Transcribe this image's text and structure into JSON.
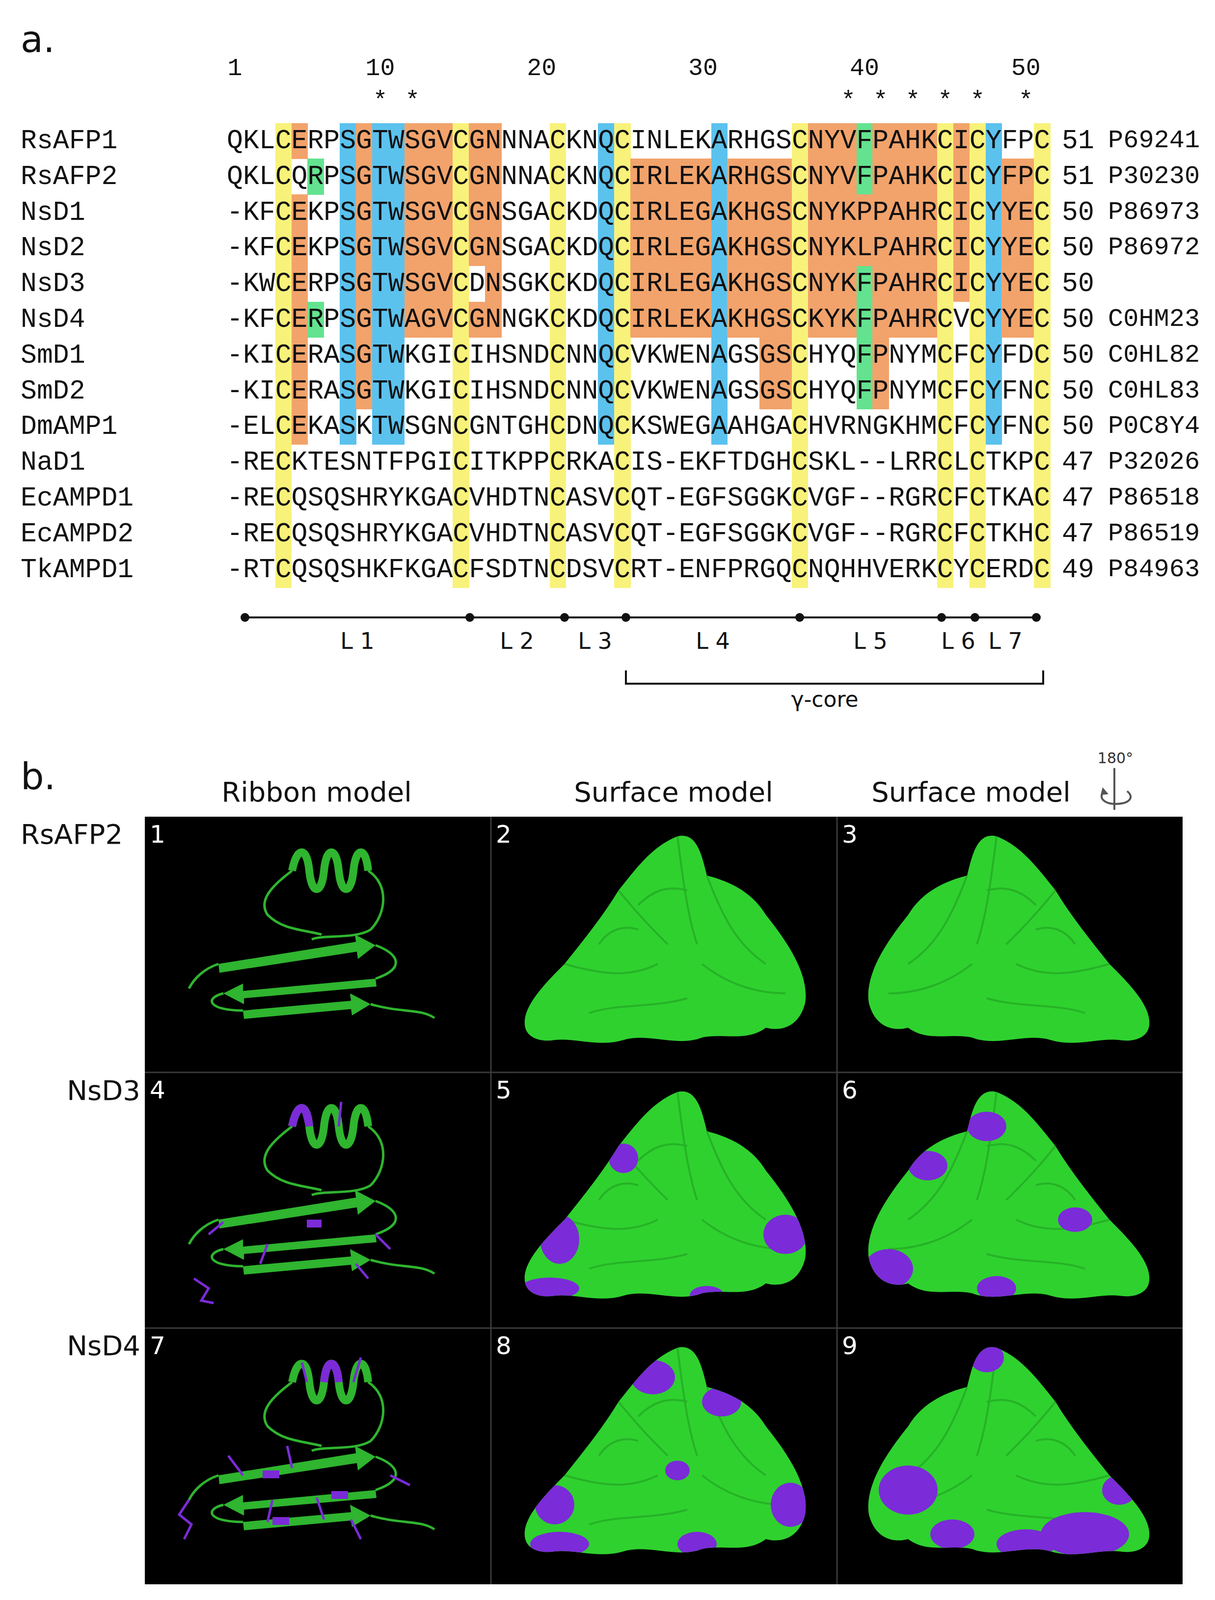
{
  "diagram": {
    "labels": [
      "a.",
      "1",
      "10",
      "20",
      "30",
      "40",
      "50",
      "*",
      "*",
      "*",
      "*",
      "*",
      "*",
      "*",
      "*",
      "RsAFP1",
      "QKLCERPSGTWSGVCGNNNACKNQCINLEKARHGSCNYVFPAHKCICYFPC",
      "51",
      "P69241",
      "RsAFP2",
      "QKLCQRPSGTWSGVCGNNNACKNQCIRLEKARHGSCNYVFPAHKCICYFPC",
      "51",
      "P30230",
      "NsD1",
      "-KFCEKPSGTWSGVCGNSGACKDQCIRLEGAKHGSCNYKPPAHRCICYYEC",
      "50",
      "P86973",
      "NsD2",
      "-KFCEKPSGTWSGVCGNSGACKDQCIRLEGAKHGSCNYKLPAHRCICYYEC",
      "50",
      "P86972",
      "NsD3",
      "-KWCERPSGTWSGVCDNSGKCKDQCIRLEGAKHGSCNYKFPAHRCICYYEC",
      "50",
      "NsD4",
      "-KFCERPSGTWAGVCGNNGKCKDQCIRLEKAKHGSCKYKFPAHRCVCYYEC",
      "50",
      "C0HM23",
      "SmD1",
      "-KICERASGTWKGICIHSNDCNNQCVKWENAGSGSCHYQFPNYMCFCYFDC",
      "50",
      "C0HL82",
      "SmD2",
      "-KICERASGTWKGICIHSNDCNNQCVKWENAGSGSCHYQFPNYMCFCYFNC",
      "50",
      "C0HL83",
      "DmAMP1",
      "-ELCEKASKTWSGNCGNTGHCDNQCKSWEGAAHGACHVRNGKHMCFCYFNC",
      "50",
      "P0C8Y4",
      "NaD1",
      "-RECKTESNTFPGICITKPPCRKACIS-EKFTDGHCSKL--LRRCLCTKPC",
      "47",
      "P32026",
      "EcAMPD1",
      "-RECQSQSHRYKGACVHDTNCASVCQT-EGFSGGKCVGF--RGRCFCTKAC",
      "47",
      "P86518",
      "EcAMPD2",
      "-RECQSQSHRYKGACVHDTNCASVCQT-EGFSGGKCVGF--RGRCFCTKHC",
      "47",
      "P86519",
      "TkAMPD1",
      "-RTCQSQSHKFKGACFSDTNCDSVCRT-ENFPRGQCNQHHVERKCYCERDC",
      "49",
      "P84963",
      "L 1",
      "L 2",
      "L 3",
      "L 4",
      "L 5",
      "L 6",
      "L 7",
      "γ-core",
      "b.",
      "Ribbon model",
      "Surface model",
      "Surface model",
      "180°",
      "RsAFP2",
      "1",
      "2",
      "3",
      "NsD3",
      "4",
      "5",
      "6",
      "NsD4",
      "7",
      "8",
      "9"
    ]
  }
}
